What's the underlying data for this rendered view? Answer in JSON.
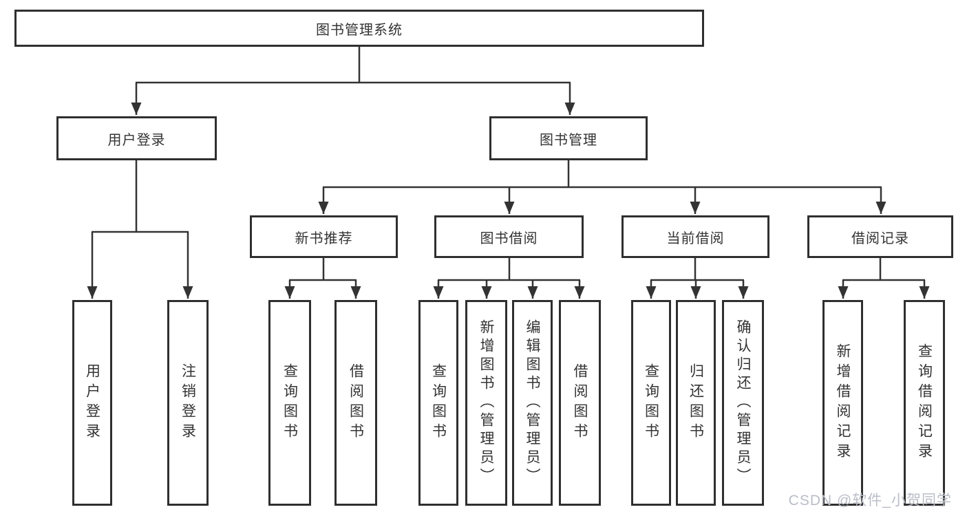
{
  "diagram": {
    "title": "图书管理系统",
    "level2": [
      {
        "label": "用户登录"
      },
      {
        "label": "图书管理"
      }
    ],
    "level3": [
      {
        "label": "新书推荐"
      },
      {
        "label": "图书借阅"
      },
      {
        "label": "当前借阅"
      },
      {
        "label": "借阅记录"
      }
    ],
    "leaves": [
      {
        "parent": "用户登录",
        "items": [
          "用户登录",
          "注销登录"
        ]
      },
      {
        "parent": "新书推荐",
        "items": [
          "查询图书",
          "借阅图书"
        ]
      },
      {
        "parent": "图书借阅",
        "items": [
          "查询图书",
          "新增图书（管理员）",
          "编辑图书（管理员）",
          "借阅图书"
        ]
      },
      {
        "parent": "当前借阅",
        "items": [
          "查询图书",
          "归还图书",
          "确认归还（管理员）"
        ]
      },
      {
        "parent": "借阅记录",
        "items": [
          "新增借阅记录",
          "查询借阅记录"
        ]
      }
    ],
    "watermark": "CSDN @软件_小贺同学",
    "colors": {
      "line": "#333333",
      "box_border": "#2f2f2f",
      "text": "#333333",
      "watermark": "#b9bdc6",
      "background": "#ffffff"
    }
  }
}
